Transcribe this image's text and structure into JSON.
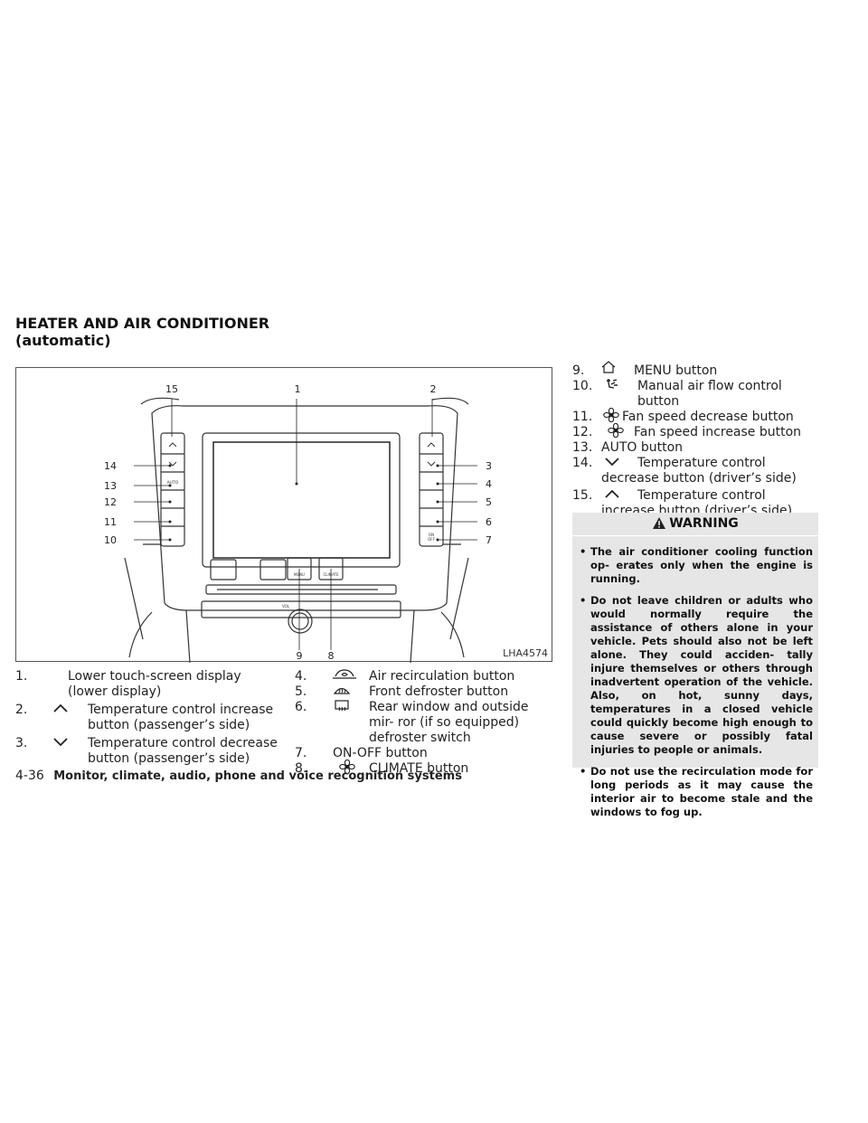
{
  "section": {
    "title_line1": "HEATER AND AIR CONDITIONER",
    "title_line2": "(automatic)"
  },
  "figure": {
    "label": "LHA4574",
    "callouts": [
      "1",
      "2",
      "3",
      "4",
      "5",
      "6",
      "7",
      "8",
      "9",
      "10",
      "11",
      "12",
      "13",
      "14",
      "15"
    ],
    "button_text": {
      "auto": "AUTO",
      "menu": "MENU",
      "climate": "CLIMATE",
      "on": "ON",
      "off": "OFF",
      "vol": "VOL"
    }
  },
  "items": [
    {
      "num": "1.",
      "icon": null,
      "text": "Lower touch-screen display (lower display)"
    },
    {
      "num": "2.",
      "icon": "chevron-up-icon",
      "text": "Temperature control increase button (passenger’s side)"
    },
    {
      "num": "3.",
      "icon": "chevron-down-icon",
      "text": "Temperature control decrease button (passenger’s side)"
    },
    {
      "num": "4.",
      "icon": "air-recirculation-icon",
      "text": "Air recirculation button"
    },
    {
      "num": "5.",
      "icon": "front-defroster-icon",
      "text": "Front defroster button"
    },
    {
      "num": "6.",
      "icon": "rear-defroster-icon",
      "text": "Rear window and outside mir- ror (if so equipped) defroster switch"
    },
    {
      "num": "7.",
      "icon": null,
      "text": "ON-OFF button"
    },
    {
      "num": "8.",
      "icon": "fan-icon",
      "text": "CLIMATE button"
    },
    {
      "num": "9.",
      "icon": "home-icon",
      "text": "MENU button"
    },
    {
      "num": "10.",
      "icon": "manual-air-flow-icon",
      "text": "Manual air flow control button"
    },
    {
      "num": "11.",
      "icon": "fan-icon",
      "text": "Fan speed decrease button"
    },
    {
      "num": "12.",
      "icon": "fan-icon",
      "text": "Fan speed increase button"
    },
    {
      "num": "13.",
      "icon": null,
      "text": "AUTO button"
    },
    {
      "num": "14.",
      "icon": "chevron-down-icon",
      "text": "Temperature control decrease button (driver’s side)"
    },
    {
      "num": "15.",
      "icon": "chevron-up-icon",
      "text": "Temperature control increase button (driver’s side)"
    }
  ],
  "warning": {
    "title": "WARNING",
    "icon": "warning-triangle-icon",
    "bullets": [
      "The air conditioner cooling function op- erates only when the engine is running.",
      "Do not leave children or adults who would normally require the assistance of others alone in your vehicle. Pets should also not be left alone. They could acciden- tally injure themselves or others through inadvertent operation of the vehicle. Also, on hot, sunny days, temperatures in a closed vehicle could quickly become high enough to cause severe or possibly fatal injuries to people or animals.",
      "Do not use the recirculation mode for long periods as it may cause the interior air to become stale and the windows to fog up."
    ]
  },
  "footer": {
    "page": "4-36",
    "title": "Monitor, climate, audio, phone and voice recognition systems"
  }
}
